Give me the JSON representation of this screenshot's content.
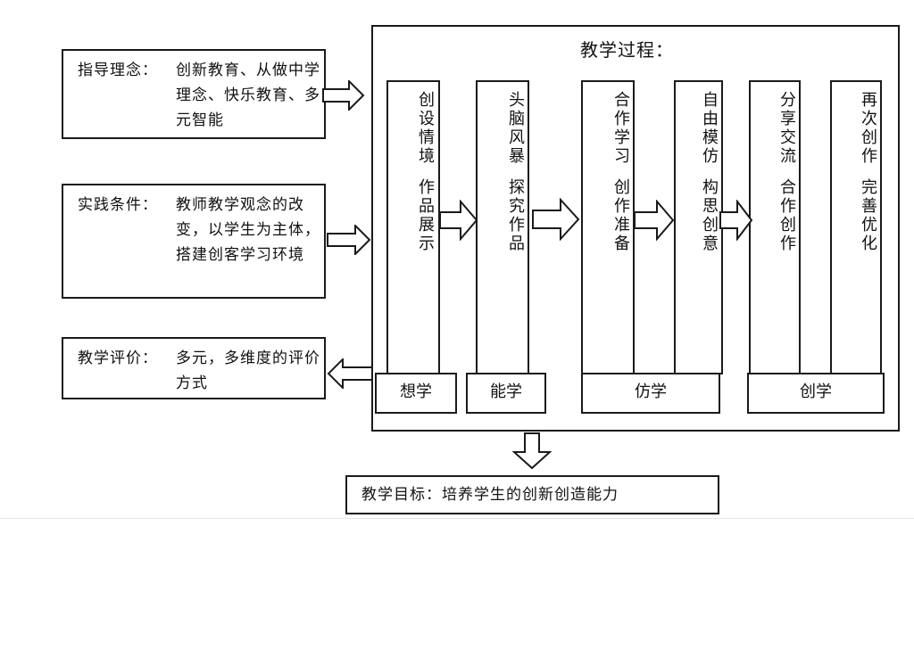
{
  "left_boxes": [
    {
      "label": "指导理念：",
      "text": "创新教育、从做中学理念、快乐教育、多元智能"
    },
    {
      "label": "实践条件：",
      "text": "教师教学观念的改变，以学生为主体，搭建创客学习环境"
    },
    {
      "label": "教学评价：",
      "text": "多元，多维度的评价方式"
    }
  ],
  "process": {
    "title": "教学过程：",
    "columns": [
      {
        "top": "创设情境",
        "bottom": "作品展示"
      },
      {
        "top": "头脑风暴",
        "bottom": "探究作品"
      },
      {
        "top": "合作学习",
        "bottom": "创作准备"
      },
      {
        "top": "自由模仿",
        "bottom": "构思创意"
      },
      {
        "top": "分享交流",
        "bottom": "合作创作"
      },
      {
        "top": "再次创作",
        "bottom": "完善优化"
      }
    ],
    "stages": [
      "想学",
      "能学",
      "仿学",
      "创学"
    ]
  },
  "goal": "教学目标：培养学生的创新创造能力"
}
